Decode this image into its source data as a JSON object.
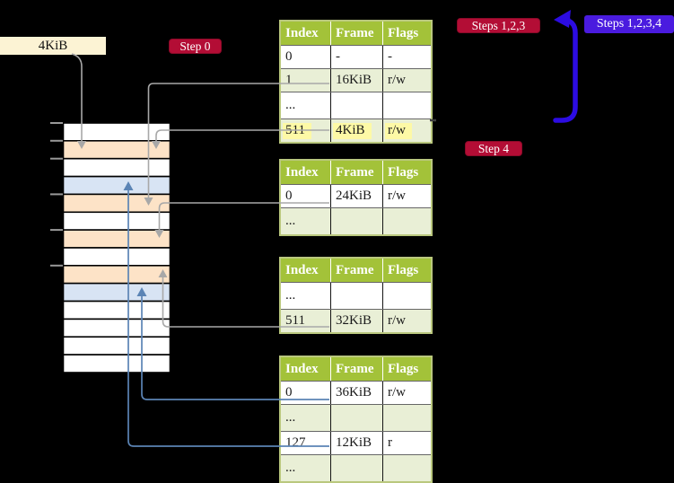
{
  "title": "page-table-translation-diagram",
  "free_frame_label": {
    "text": "4KiB"
  },
  "badges": {
    "step0": {
      "text": "Step 0",
      "color": "#b30d35"
    },
    "steps123": {
      "text": "Steps 1,2,3",
      "color": "#b30d35"
    },
    "steps1234": {
      "text": "Steps 1,2,3,4",
      "color": "#4a1bdf"
    },
    "step4": {
      "text": "Step 4",
      "color": "#b30d35"
    }
  },
  "memory_strip": {
    "row_colors": [
      "white",
      "peach",
      "white",
      "blue",
      "peach",
      "white",
      "peach",
      "white",
      "peach",
      "blue",
      "white",
      "white",
      "white",
      "white"
    ],
    "palette": {
      "white": "#ffffff",
      "peach": "#fde3c7",
      "blue": "#d8e4f4"
    },
    "tick_rows": [
      0,
      1,
      2,
      4,
      6,
      8
    ]
  },
  "tables": [
    {
      "id": "page-table-level4",
      "headers": [
        "Index",
        "Frame",
        "Flags"
      ],
      "rows": [
        {
          "cells": [
            "0",
            "-",
            "-"
          ],
          "shaded": false,
          "tall": false,
          "highlight": false
        },
        {
          "cells": [
            "1",
            "16KiB",
            "r/w"
          ],
          "shaded": true,
          "tall": false,
          "highlight": false
        },
        {
          "cells": [
            "...",
            "",
            ""
          ],
          "shaded": false,
          "tall": true,
          "highlight": false
        },
        {
          "cells": [
            "511",
            "4KiB",
            "r/w"
          ],
          "shaded": true,
          "tall": false,
          "highlight": true
        }
      ]
    },
    {
      "id": "page-table-level3",
      "headers": [
        "Index",
        "Frame",
        "Flags"
      ],
      "rows": [
        {
          "cells": [
            "0",
            "24KiB",
            "r/w"
          ],
          "shaded": false,
          "tall": false,
          "highlight": false
        },
        {
          "cells": [
            "...",
            "",
            ""
          ],
          "shaded": true,
          "tall": true,
          "highlight": false
        }
      ]
    },
    {
      "id": "page-table-level2",
      "headers": [
        "Index",
        "Frame",
        "Flags"
      ],
      "rows": [
        {
          "cells": [
            "...",
            "",
            ""
          ],
          "shaded": false,
          "tall": true,
          "highlight": false
        },
        {
          "cells": [
            "511",
            "32KiB",
            "r/w"
          ],
          "shaded": true,
          "tall": false,
          "highlight": false
        }
      ]
    },
    {
      "id": "page-table-level1",
      "headers": [
        "Index",
        "Frame",
        "Flags"
      ],
      "rows": [
        {
          "cells": [
            "0",
            "36KiB",
            "r/w"
          ],
          "shaded": false,
          "tall": false,
          "highlight": false
        },
        {
          "cells": [
            "...",
            "",
            ""
          ],
          "shaded": true,
          "tall": true,
          "highlight": false
        },
        {
          "cells": [
            "127",
            "12KiB",
            "r"
          ],
          "shaded": false,
          "tall": false,
          "highlight": false
        },
        {
          "cells": [
            "...",
            "",
            ""
          ],
          "shaded": true,
          "tall": true,
          "highlight": false
        }
      ]
    }
  ],
  "colors": {
    "background": "#000000",
    "free_frame_box": "#fcf3d4",
    "table_header_green": "#a3c239",
    "table_row_shaded": "#e9efd6",
    "table_border": "#bac87e",
    "highlight_yellow": "#fdf9a6",
    "connector_gray": "#a8a8a8",
    "connector_blue": "#5b84b5",
    "big_arrow_blue": "#2c0ce2",
    "strip_peach": "#fde3c7",
    "strip_blue": "#d8e4f4"
  }
}
